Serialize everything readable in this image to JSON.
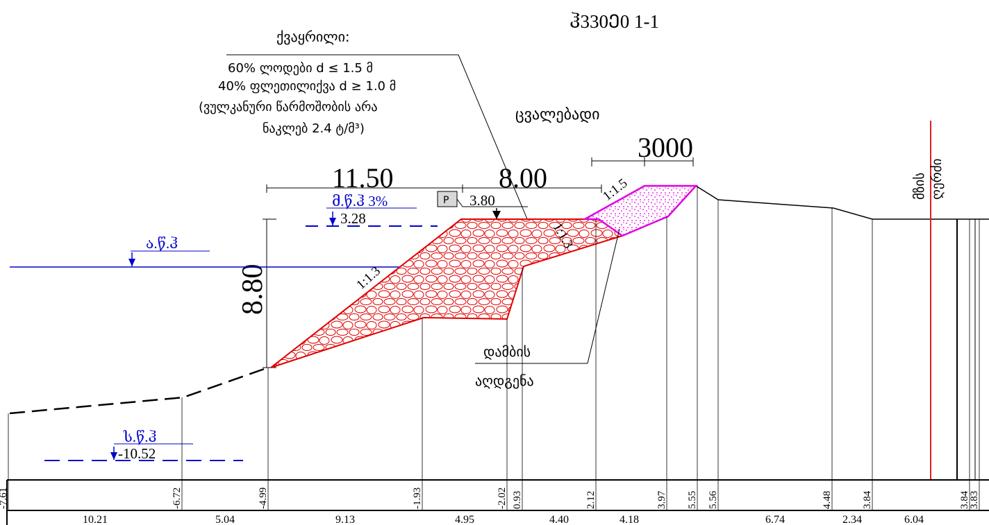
{
  "title": "ჰ330Ე0 1-1",
  "section_label": "ცვალებადი",
  "material_note": {
    "heading": "ქვაყრილი:",
    "lines": [
      "60% ლოდები d ≤ 1.5 მ",
      "40% ფლეთილიქვა d ≥ 1.0 მ",
      "(ვულკანური წარმოშობის არა",
      "ნაკლებ 2.4 ტ/მ³)"
    ]
  },
  "dimensions": {
    "width_main": "11.50",
    "width_crest": "8.00",
    "width_fill": "3000",
    "height": "8.80",
    "crest_elevation": "3.80",
    "p_marker": "P"
  },
  "slopes": {
    "embankment_outer": "1:1.3",
    "embankment_inner": "1:1.3",
    "fill": "1:1.5"
  },
  "water_levels": {
    "high": {
      "label": "მ.წ.ჰ 3%",
      "value": "3.28"
    },
    "mean": {
      "label": "ა.წ.ჰ",
      "value": ""
    },
    "low": {
      "label": "ს.წ.ჰ",
      "value": "-10.52"
    }
  },
  "restoration_note": {
    "line1": "დამბის",
    "line2": "აღდგენა"
  },
  "boundary_label": {
    "line1": "მზის",
    "line2": "ღერძი"
  },
  "profile": {
    "elevations": [
      "-7.61",
      "-6.72",
      "-4.99",
      "-1.93",
      "-2.02",
      "0.93",
      "2.12",
      "3.97",
      "5.55",
      "5.56",
      "4.48",
      "3.84",
      "3.84",
      "3.83"
    ],
    "distances": [
      "10.21",
      "5.04",
      "9.13",
      "4.95",
      "4.40",
      "4.18",
      "6.74",
      "2.34",
      "6.04"
    ]
  },
  "colors": {
    "embankment": "#e00000",
    "fill": "#e000e0",
    "water": "#0000cc",
    "axis": "#e02020",
    "ink": "#000000"
  }
}
